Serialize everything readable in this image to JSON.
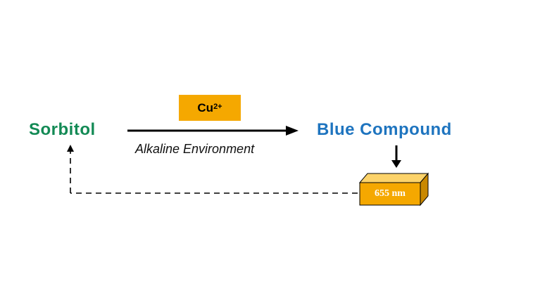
{
  "reaction": {
    "reactant": "Sorbitol",
    "product": "Blue Compound",
    "catalyst": {
      "base": "Cu",
      "superscript": "2+"
    },
    "condition": "Alkaline Environment"
  },
  "detection": {
    "wavelength_label": "655 nm"
  },
  "colors": {
    "reactant": "#138a55",
    "product": "#1e74bf",
    "catalyst_fill": "#f5a800",
    "box_front": "#f5a800",
    "box_top": "#fcd36a",
    "box_side": "#c98800",
    "arrow": "#000000"
  }
}
